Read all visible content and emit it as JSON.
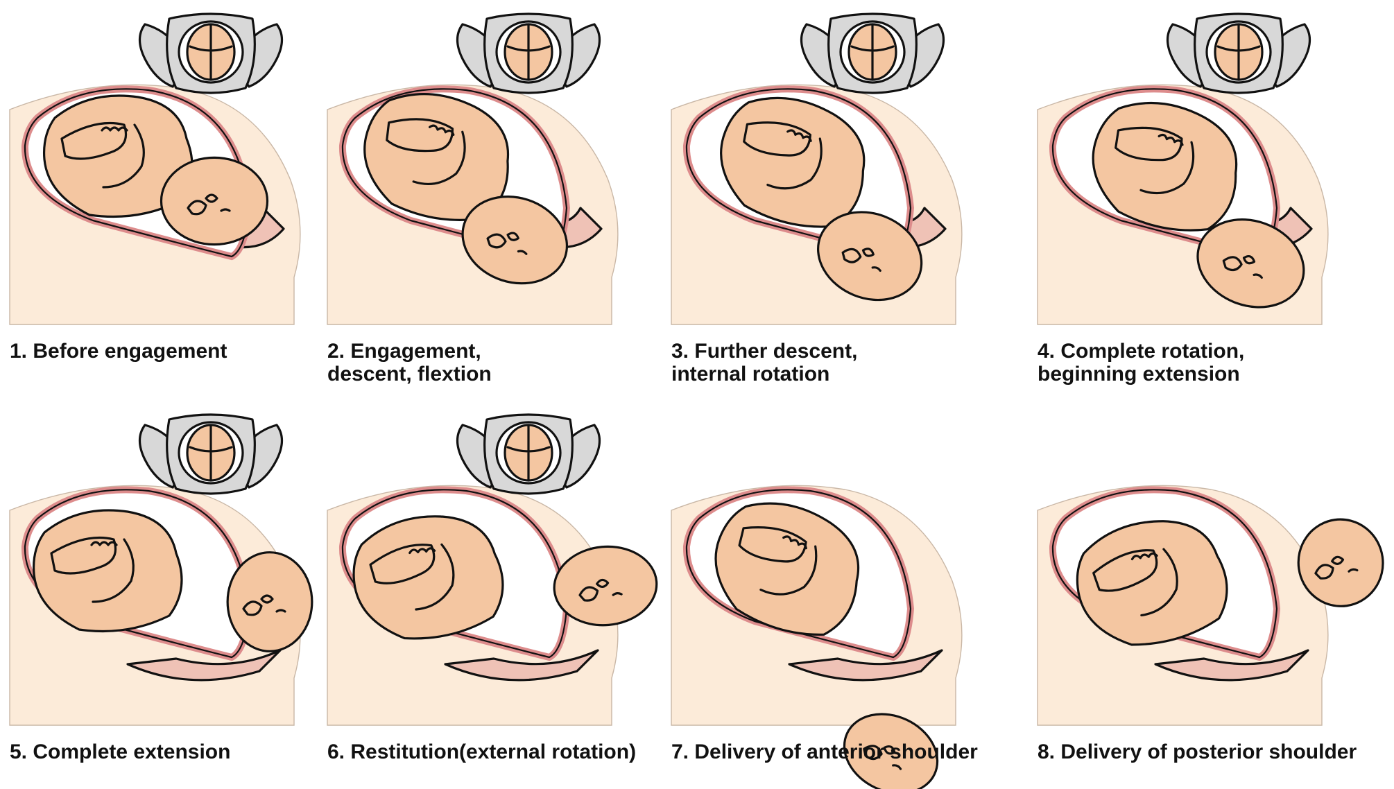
{
  "colors": {
    "abdomen": "#fcebd9",
    "uterus_wall": "#dd8c8c",
    "fetus_skin": "#f4c6a1",
    "pelvis_bone": "#d8d8d8",
    "perineum": "#efc2b6",
    "outline": "#111111"
  },
  "panels": [
    {
      "number": "1.",
      "lines": [
        "Before engagement"
      ],
      "show_pelvis": true,
      "fetus_state": "floating"
    },
    {
      "number": "2.",
      "lines": [
        "Engagement,",
        "descent, flextion"
      ],
      "show_pelvis": true,
      "fetus_state": "engaged"
    },
    {
      "number": "3.",
      "lines": [
        "Further descent,",
        "internal rotation"
      ],
      "show_pelvis": true,
      "fetus_state": "descending"
    },
    {
      "number": "4.",
      "lines": [
        "Complete rotation,",
        "beginning extension"
      ],
      "show_pelvis": true,
      "fetus_state": "rotated"
    },
    {
      "number": "5.",
      "lines": [
        "Complete extension"
      ],
      "show_pelvis": true,
      "fetus_state": "extended"
    },
    {
      "number": "6.",
      "lines": [
        "Restitution(external rotation)"
      ],
      "show_pelvis": true,
      "fetus_state": "restitution"
    },
    {
      "number": "7.",
      "lines": [
        "Delivery of anterior shoulder"
      ],
      "show_pelvis": false,
      "fetus_state": "anterior-shoulder"
    },
    {
      "number": "8.",
      "lines": [
        "Delivery of posterior shoulder"
      ],
      "show_pelvis": false,
      "fetus_state": "posterior-shoulder"
    }
  ]
}
